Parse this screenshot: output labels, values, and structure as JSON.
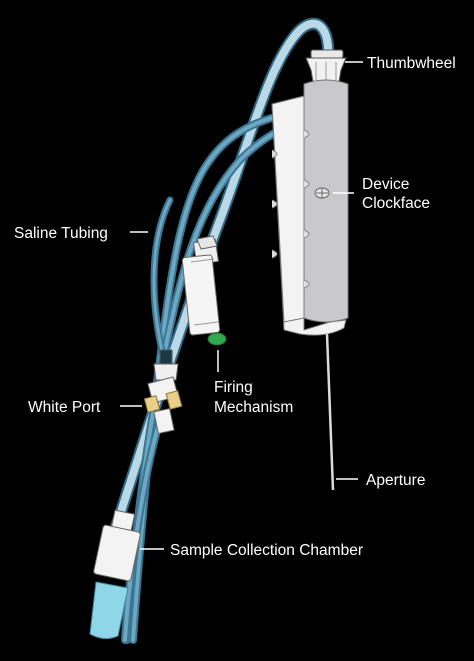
{
  "labels": {
    "thumbwheel": "Thumbwheel",
    "device_clockface_line1": "Device",
    "device_clockface_line2": "Clockface",
    "saline_tubing": "Saline Tubing",
    "white_port": "White Port",
    "firing_mechanism_line1": "Firing",
    "firing_mechanism_line2": "Mechanism",
    "aperture": "Aperture",
    "sample_collection_chamber": "Sample Collection Chamber"
  },
  "colors": {
    "background": "#000000",
    "tubing_outline": "#4a7f9a",
    "tubing_fill": "#b9d9e6",
    "device_body": "#c9c9cc",
    "device_face": "#f3f3f3",
    "firing_button": "#2fa84f",
    "port_yellow": "#e8cf8a",
    "chamber_fluid": "#8ed6e8",
    "label_text": "#ffffff",
    "leader_line": "#ffffff"
  }
}
